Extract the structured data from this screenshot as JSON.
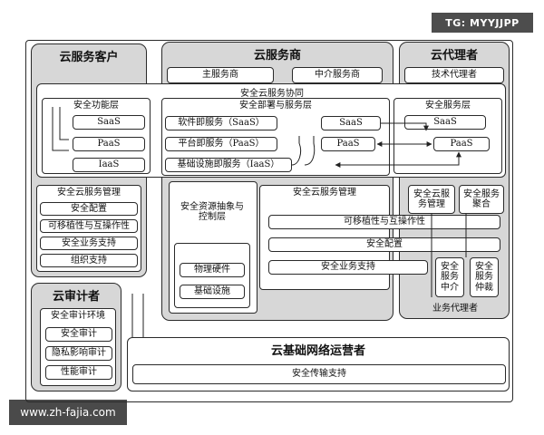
{
  "watermark": {
    "top": "TG: MYYJJPP",
    "bottom": "www.zh-fajia.com"
  },
  "consumer": {
    "title": "云服务客户",
    "layer_title": "安全功能层",
    "saas": "SaaS",
    "paas": "PaaS",
    "iaas": "IaaS",
    "mgmt_title": "安全云服务管理",
    "mgmt_items": [
      "安全配置",
      "可移植性与互操作性",
      "安全业务支持",
      "组织支持"
    ]
  },
  "provider": {
    "title": "云服务商",
    "main": "主服务商",
    "intermediary": "中介服务商",
    "deploy_title": "安全部署与服务层",
    "saas_svc": "软件即服务（SaaS）",
    "paas_svc": "平台即服务（PaaS）",
    "iaas_svc": "基础设施即服务（IaaS）",
    "saas": "SaaS",
    "paas": "PaaS",
    "resource": "安全资源抽象与控制层",
    "hardware": "物理硬件",
    "facility": "基础设施",
    "mgmt_title": "安全云服务管理",
    "mgmt_items": [
      "可移植性与互操作性",
      "安全配置",
      "安全业务支持"
    ]
  },
  "collab": "安全云服务协同",
  "broker": {
    "title": "云代理者",
    "tech": "技术代理者",
    "service_layer": "安全服务层",
    "saas": "SaaS",
    "paas": "PaaS",
    "mgmt": "安全云服务管理",
    "aggregate": "安全服务聚合",
    "intermediate": "安全服务中介",
    "arbitrage": "安全服务仲裁",
    "business": "业务代理者"
  },
  "auditor": {
    "title": "云审计者",
    "env": "安全审计环境",
    "items": [
      "安全审计",
      "隐私影响审计",
      "性能审计"
    ]
  },
  "carrier": {
    "title": "云基础网络运营者",
    "support": "安全传输支持"
  }
}
